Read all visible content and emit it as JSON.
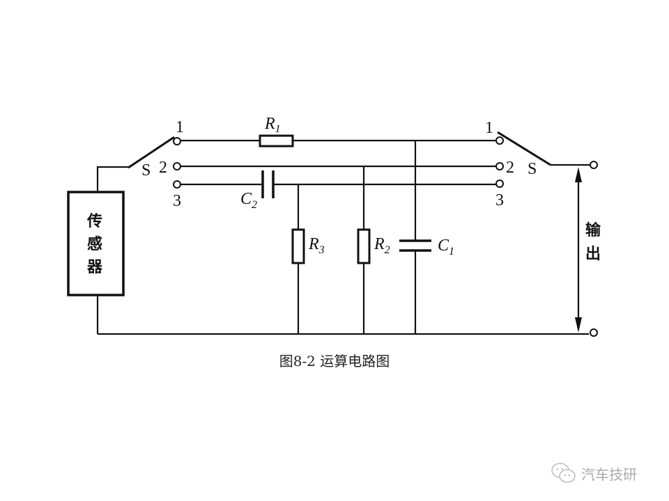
{
  "diagram": {
    "caption": "图8-2  运算电路图",
    "sensor_label": [
      "传",
      "感",
      "器"
    ],
    "output_label": [
      "输",
      "出"
    ],
    "switch_label": "S",
    "terminal_numbers": [
      "1",
      "2",
      "3"
    ],
    "components": {
      "R1": {
        "main": "R",
        "sub": "1"
      },
      "R2": {
        "main": "R",
        "sub": "2"
      },
      "R3": {
        "main": "R",
        "sub": "3"
      },
      "C1": {
        "main": "C",
        "sub": "1"
      },
      "C2": {
        "main": "C",
        "sub": "2"
      }
    }
  },
  "watermark": {
    "text": "汽车技研",
    "icon": "wechat-icon"
  }
}
